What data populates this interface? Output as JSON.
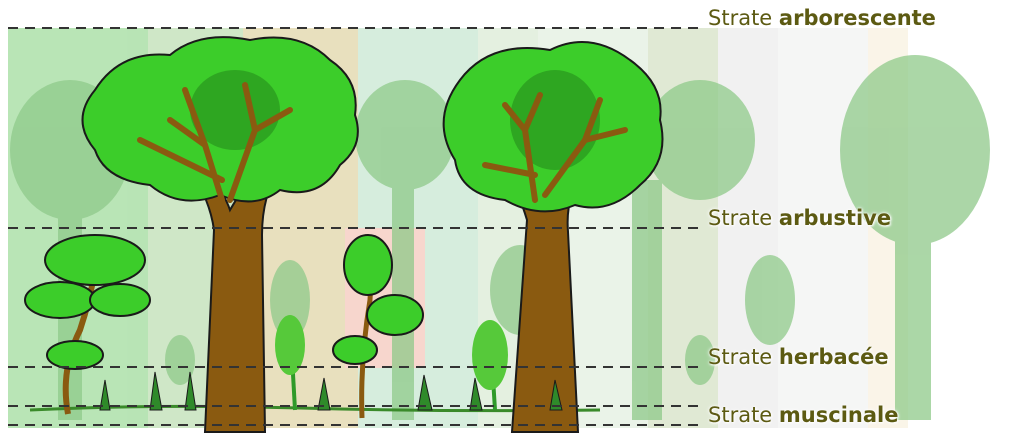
{
  "colors": {
    "foliage": "#3ccd2a",
    "foliage_dark": "#1f7f18",
    "trunk": "#8a5a10",
    "outline": "#1a1a1a",
    "label_text": "#5c5a12",
    "faded_forest": "#9ccf9a"
  },
  "strata": [
    {
      "prefix": "Strate",
      "name": "arborescente"
    },
    {
      "prefix": "Strate",
      "name": "arbustive"
    },
    {
      "prefix": "Strate",
      "name": "herbacée"
    },
    {
      "prefix": "Strate",
      "name": "muscinale"
    }
  ]
}
